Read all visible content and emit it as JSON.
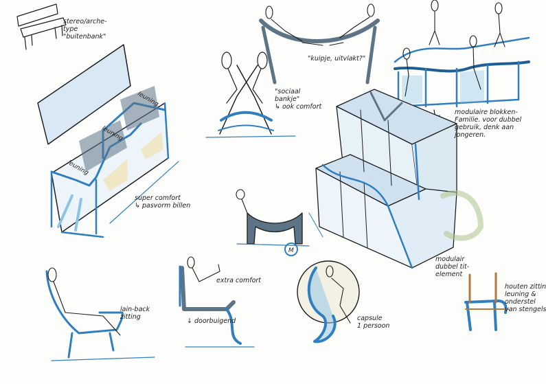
{
  "sheet": {
    "palette": {
      "ink": "#1d1d1f",
      "blue": "#2f7fc0",
      "light_blue": "#8cc4e6",
      "grey_blue": "#5d7486",
      "yellow": "#efe7c6",
      "green": "#a9c58b",
      "brown": "#b07a3c"
    },
    "notes": {
      "stereo": "stereo/arche-\ntype\n\"buitenbank\"",
      "sociaal": "\"sociaal\nbankje\"\n↳ ook comfort",
      "kuipje": "\"kuipje, uitvlakt?\"",
      "modulaire": "modulaire blokken-\nFamilie. voor dubbel\ngebruik, denk aan\njongeren.",
      "super_comfort": "super comfort\n↳ pasvorm billen",
      "extra_comfort": "extra comfort",
      "doorbuigend": "↓ doorbuigend",
      "lain_back": "lain-back\nzitting",
      "capsule": "capsule\n1 persoon",
      "modulair_dubbel": "modulair\ndubbel tit-\nelement",
      "houten": "houten zitting\nleuning &\nonderstel\nvan stengels"
    },
    "labels": {
      "leuning_1": "leuning",
      "leuning_2": "leuning",
      "leuning_3": "leuning",
      "m_mark": "M"
    }
  }
}
